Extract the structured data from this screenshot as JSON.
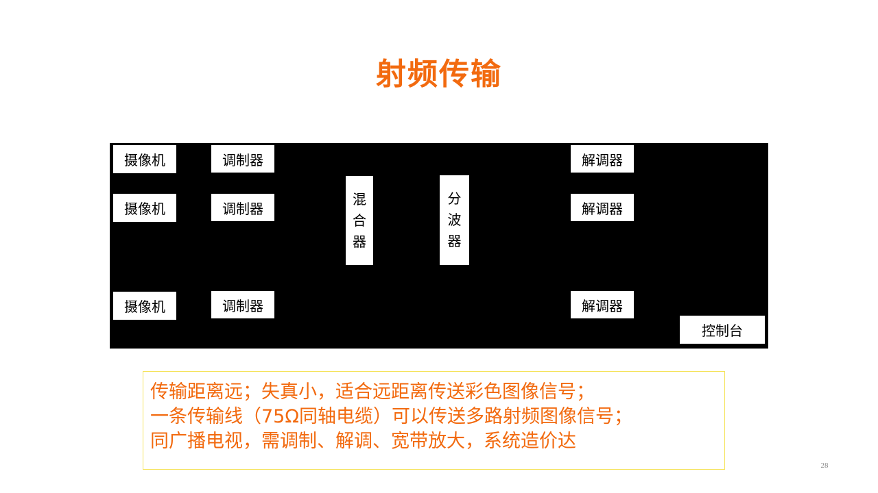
{
  "slide": {
    "title": "射频传输",
    "page_number": "28"
  },
  "diagram": {
    "cameras": [
      "摄像机",
      "摄像机",
      "摄像机"
    ],
    "modulators": [
      "调制器",
      "调制器",
      "调制器"
    ],
    "mixer": [
      "混",
      "合",
      "器"
    ],
    "splitter": [
      "分",
      "波",
      "器"
    ],
    "demodulators": [
      "解调器",
      "解调器",
      "解调器"
    ],
    "console": "控制台"
  },
  "notes": {
    "lines": [
      "传输距离远；失真小，适合远距离传送彩色图像信号；",
      "一条传输线（75Ω同轴电缆）可以传送多路射频图像信号；",
      "同广播电视，需调制、解调、宽带放大，系统造价达"
    ]
  },
  "colors": {
    "accent": "#f26a0f",
    "diagram_background": "#000000",
    "notes_border": "#f5e35a"
  }
}
